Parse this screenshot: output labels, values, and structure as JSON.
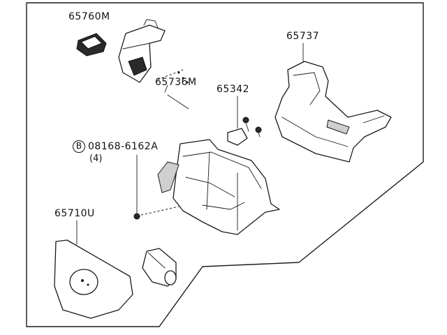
{
  "callouts": {
    "part_65760M": "65760M",
    "part_65736M": "65736M",
    "part_65737": "65737",
    "part_65342": "65342",
    "part_08168": "08168-6162A",
    "part_08168_qty": "(4)",
    "part_08168_badge": "B",
    "part_65710U": "65710U"
  }
}
